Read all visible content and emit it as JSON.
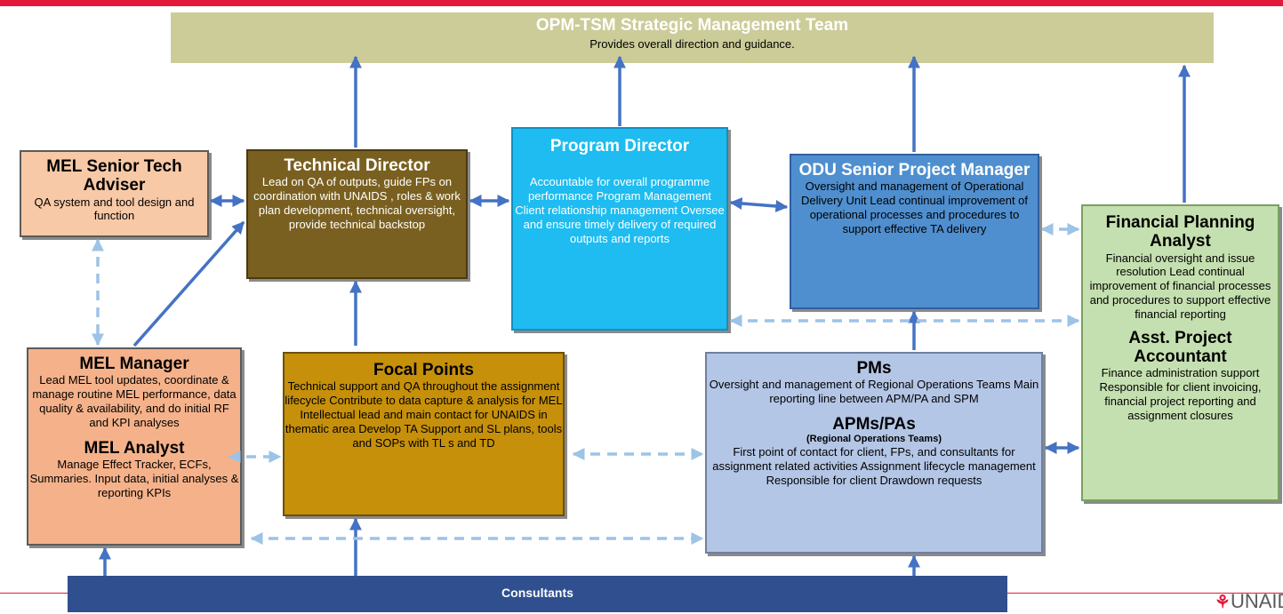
{
  "opm": {
    "title": "OPM-TSM Strategic Management Team",
    "body": "Provides overall direction and guidance."
  },
  "mel_senior": {
    "title": "MEL Senior Tech Adviser",
    "body": "QA system and tool design and function"
  },
  "tech_director": {
    "title": "Technical Director",
    "body": "Lead on QA of outputs, guide FPs on coordination with UNAIDS , roles & work plan development, technical oversight, provide technical backstop"
  },
  "program_director": {
    "title": "Program Director",
    "body": "Accountable for overall programme performance Program Management Client relationship management Oversee and ensure timely delivery of required outputs and reports"
  },
  "odu": {
    "title": "ODU Senior Project Manager",
    "body": "Oversight and management of Operational Delivery Unit Lead continual improvement of operational processes and procedures to support effective TA delivery"
  },
  "financial": {
    "title": "Financial Planning Analyst",
    "body": "Financial oversight and issue resolution Lead continual improvement of financial processes and procedures to support effective financial reporting",
    "title2": "Asst. Project Accountant",
    "body2": "Finance administration support Responsible for client invoicing, financial project reporting and assignment closures"
  },
  "mel_manager": {
    "title": "MEL Manager",
    "body": "Lead MEL tool updates, coordinate & manage routine MEL performance, data quality & availability, and do initial RF and KPI analyses",
    "title2": "MEL Analyst",
    "body2": "Manage Effect Tracker, ECFs, Summaries. Input data, initial analyses & reporting KPIs"
  },
  "focal_points": {
    "title": "Focal Points",
    "body": "Technical support and QA throughout the assignment lifecycle Contribute to data capture & analysis for MEL Intellectual lead and main contact for UNAIDS in thematic area Develop TA Support and SL plans, tools and SOPs with TL s and TD"
  },
  "pms": {
    "title": "PMs",
    "body": "Oversight and management of Regional Operations Teams Main reporting line between APM/PA and SPM",
    "title2": "APMs/PAs",
    "subtitle2": "(Regional Operations Teams)",
    "body2": "First point of contact for client, FPs, and consultants for assignment related activities Assignment lifecycle management Responsible for client Drawdown requests"
  },
  "consultants": {
    "title": "Consultants"
  },
  "logo": {
    "mark": "⚘",
    "text": "UNAIDS"
  },
  "colors": {
    "arrow": "#4472c4",
    "dashed_arrow": "#9dc3e6",
    "accent_red": "#e3193b"
  }
}
